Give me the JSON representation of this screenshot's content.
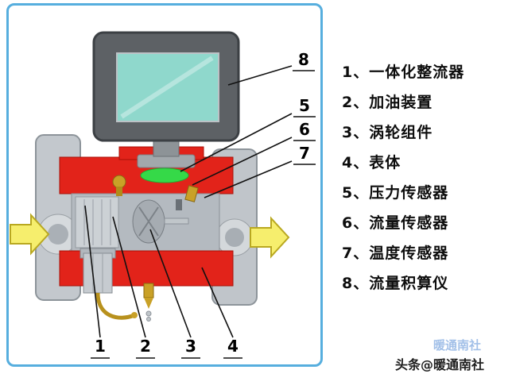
{
  "diagram": {
    "title_hint": "turbine-gas-flowmeter-cutaway",
    "callouts": [
      "1",
      "2",
      "3",
      "4",
      "5",
      "6",
      "7",
      "8"
    ]
  },
  "legend": {
    "items": [
      {
        "text": "1、一体化整流器"
      },
      {
        "text": "2、加油装置"
      },
      {
        "text": "3、涡轮组件"
      },
      {
        "text": "4、表体"
      },
      {
        "text": "5、压力传感器"
      },
      {
        "text": "6、流量传感器"
      },
      {
        "text": "7、温度传感器"
      },
      {
        "text": "8、流量积算仪"
      }
    ]
  },
  "watermark": {
    "primary": "头条@暖通南社",
    "ghost": "暖通南社"
  },
  "colors": {
    "border_blue": "#56aede",
    "body_red": "#e2231a",
    "screen_teal": "#8fd8cc",
    "arrow_yellow": "#f6ee6d",
    "flange_gray": "#c3c8cd",
    "brass": "#c9a127",
    "green_part": "#35d948"
  }
}
